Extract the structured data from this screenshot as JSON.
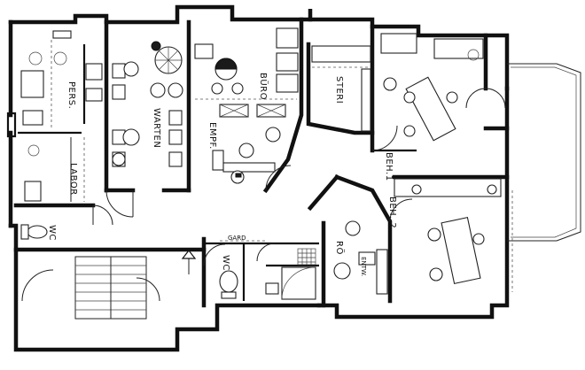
{
  "plan": {
    "rooms": {
      "pers": "PERS.",
      "labor": "LABOR",
      "warten": "WARTEN",
      "buro": "BÜRO",
      "empf": "EMPF.",
      "steri": "STERI",
      "beh1": "BEH.1",
      "beh2": "BEH. 2",
      "wc_left": "WC",
      "wc_mid": "WC",
      "gard": "GARD",
      "ro": "RÖ",
      "entw": "ENTW."
    }
  }
}
